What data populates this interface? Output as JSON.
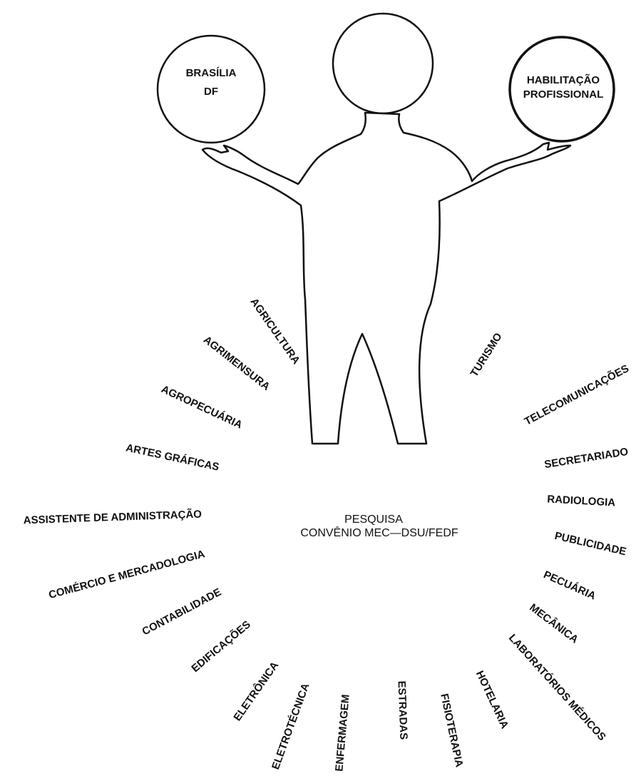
{
  "globes": {
    "left": [
      "BRASÍLIA",
      "DF"
    ],
    "right": [
      "HABILITAÇÃO",
      "PROFISSIONAL"
    ]
  },
  "center_caption": [
    "PESQUISA",
    "CONVÊNIO MEC—DSU/FEDF"
  ],
  "professions_left": [
    "AGRICULTURA",
    "AGRIMENSURA",
    "AGROPECUÁRIA",
    "ARTES GRÁFICAS",
    "ASSISTENTE DE ADMINISTRAÇÃO",
    "COMÉRCIO E MERCADOLOGIA",
    "CONTABILIDADE",
    "EDIFICAÇÕES",
    "ELETRÔNICA",
    "ELETROTÉCNICA",
    "ENFERMAGEM"
  ],
  "professions_right": [
    "TURISMO",
    "TELECOMUNICAÇÕES",
    "SECRETARIADO",
    "RADIOLOGIA",
    "PUBLICIDADE",
    "PECUÁRIA",
    "MECÂNICA",
    "LABORATÓRIOS MÉDICOS",
    "HOTELARIA",
    "FISIOTERAPIA",
    "ESTRADAS"
  ]
}
